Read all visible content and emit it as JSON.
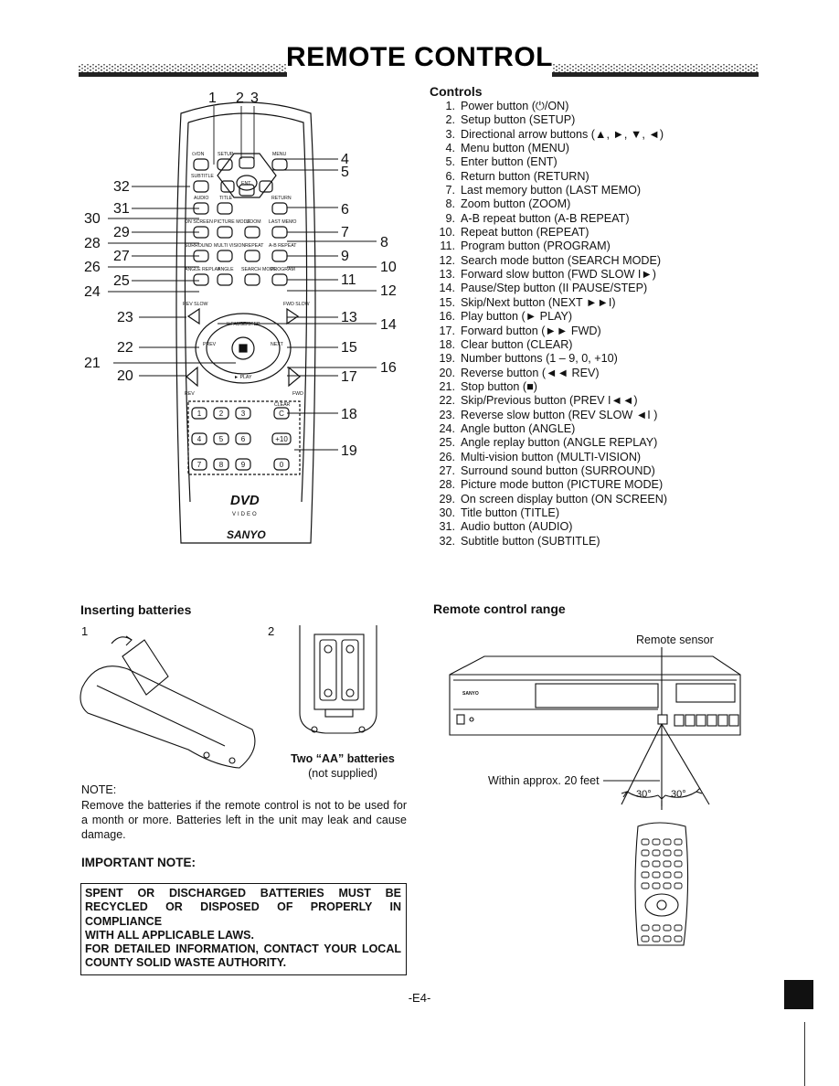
{
  "header": {
    "title": "REMOTE CONTROL"
  },
  "controls": {
    "heading": "Controls",
    "items": [
      {
        "n": "1.",
        "label": "Power button (⏻/ON)"
      },
      {
        "n": "2.",
        "label": "Setup button (SETUP)"
      },
      {
        "n": "3.",
        "label": "Directional arrow buttons (▲, ►, ▼, ◄)"
      },
      {
        "n": "4.",
        "label": "Menu button (MENU)"
      },
      {
        "n": "5.",
        "label": "Enter button (ENT)"
      },
      {
        "n": "6.",
        "label": "Return button (RETURN)"
      },
      {
        "n": "7.",
        "label": "Last memory button (LAST MEMO)"
      },
      {
        "n": "8.",
        "label": "Zoom button (ZOOM)"
      },
      {
        "n": "9.",
        "label": "A-B repeat button (A-B REPEAT)"
      },
      {
        "n": "10.",
        "label": "Repeat button (REPEAT)"
      },
      {
        "n": "11.",
        "label": "Program button (PROGRAM)"
      },
      {
        "n": "12.",
        "label": "Search mode button (SEARCH MODE)"
      },
      {
        "n": "13.",
        "label": "Forward slow button (FWD SLOW I►)"
      },
      {
        "n": "14.",
        "label": "Pause/Step button (II PAUSE/STEP)"
      },
      {
        "n": "15.",
        "label": "Skip/Next button (NEXT ►►I)"
      },
      {
        "n": "16.",
        "label": "Play button (► PLAY)"
      },
      {
        "n": "17.",
        "label": "Forward button (►► FWD)"
      },
      {
        "n": "18.",
        "label": "Clear button (CLEAR)"
      },
      {
        "n": "19.",
        "label": "Number buttons (1 – 9, 0, +10)"
      },
      {
        "n": "20.",
        "label": "Reverse button (◄◄ REV)"
      },
      {
        "n": "21.",
        "label": "Stop button (■)"
      },
      {
        "n": "22.",
        "label": "Skip/Previous button (PREV I◄◄)"
      },
      {
        "n": "23.",
        "label": "Reverse slow button (REV SLOW ◄I )"
      },
      {
        "n": "24.",
        "label": "Angle button (ANGLE)"
      },
      {
        "n": "25.",
        "label": "Angle replay button (ANGLE REPLAY)"
      },
      {
        "n": "26.",
        "label": "Multi-vision button (MULTI-VISION)"
      },
      {
        "n": "27.",
        "label": "Surround sound button (SURROUND)"
      },
      {
        "n": "28.",
        "label": "Picture mode button (PICTURE MODE)"
      },
      {
        "n": "29.",
        "label": "On screen display button (ON SCREEN)"
      },
      {
        "n": "30.",
        "label": "Title button (TITLE)"
      },
      {
        "n": "31.",
        "label": "Audio button (AUDIO)"
      },
      {
        "n": "32.",
        "label": "Subtitle button (SUBTITLE)"
      }
    ]
  },
  "remote_diagram": {
    "callouts_top": [
      "1",
      "2",
      "3"
    ],
    "callouts_left": [
      "32",
      "31",
      "30",
      "29",
      "28",
      "27",
      "26",
      "25",
      "24",
      "23",
      "22",
      "21",
      "20"
    ],
    "callouts_right": [
      "4",
      "5",
      "6",
      "7",
      "8",
      "9",
      "10",
      "11",
      "12",
      "13",
      "14",
      "15",
      "16",
      "17",
      "18",
      "19"
    ],
    "button_labels": {
      "on": "⏻/ON",
      "setup": "SETUP",
      "menu": "MENU",
      "subtitle": "SUBTITLE",
      "audio": "AUDIO",
      "title": "TITLE",
      "return": "RETURN",
      "ent": "ENT",
      "on_screen": "ON SCREEN",
      "picture_mode": "PICTURE MODE",
      "zoom": "ZOOM",
      "last_memo": "LAST MEMO",
      "surround": "SURROUND",
      "multi_vision": "MULTI VISION",
      "repeat": "REPEAT",
      "ab_repeat": "A-B REPEAT",
      "angle_replay": "ANGLE REPLAY",
      "angle": "ANGLE",
      "search_mode": "SEARCH MODE",
      "program": "PROGRAM",
      "rev_slow": "REV SLOW",
      "fwd_slow": "FWD SLOW",
      "pause_step": "II PAUSE/STEP",
      "prev": "PREV",
      "next": "NEXT",
      "play": "► PLAY",
      "rev": "REV",
      "fwd": "FWD",
      "clear": "CLEAR",
      "numbers": [
        "1",
        "2",
        "3",
        "C",
        "4",
        "5",
        "6",
        "+10",
        "7",
        "8",
        "9",
        "0"
      ]
    },
    "logo_dvd": "DVD",
    "logo_video": "VIDEO",
    "brand": "SANYO"
  },
  "batteries": {
    "heading": "Inserting batteries",
    "step1": "1",
    "step2": "2",
    "caption_bold": "Two “AA” batteries",
    "caption_note": "(not supplied)",
    "note_label": "NOTE:",
    "note_text": "Remove the batteries if the remote control is not to be used for a month or more. Batteries left in the unit may leak and cause damage."
  },
  "important": {
    "heading": "IMPORTANT NOTE:",
    "lines": [
      "SPENT OR DISCHARGED BATTERIES MUST BE",
      "RECYCLED OR DISPOSED OF PROPERLY IN COMPLIANCE",
      "WITH ALL APPLICABLE LAWS.",
      "FOR DETAILED INFORMATION, CONTACT YOUR LOCAL",
      "COUNTY SOLID WASTE AUTHORITY."
    ]
  },
  "range": {
    "heading": "Remote control range",
    "sensor_label": "Remote sensor",
    "distance_label": "Within approx. 20 feet",
    "angle_left": "30°",
    "angle_right": "30°",
    "player_brand": "SANYO"
  },
  "footer": {
    "page_number": "-E4-"
  }
}
